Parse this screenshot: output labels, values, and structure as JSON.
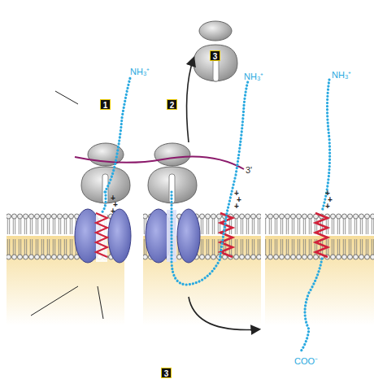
{
  "diagram": {
    "nodes": [
      {
        "text": [
          "3"
        ]
      },
      {
        "text": [
          "1"
        ]
      },
      {
        "text": [
          "2"
        ]
      },
      {
        "text": [
          "3"
        ]
      }
    ],
    "labels": [
      "NH₃⁺",
      "NH₃⁺",
      "NH₃⁺",
      "3'",
      "COO⁻",
      "+",
      "+",
      "+",
      "+",
      "+",
      "+",
      "+",
      "+",
      "+"
    ]
  }
}
